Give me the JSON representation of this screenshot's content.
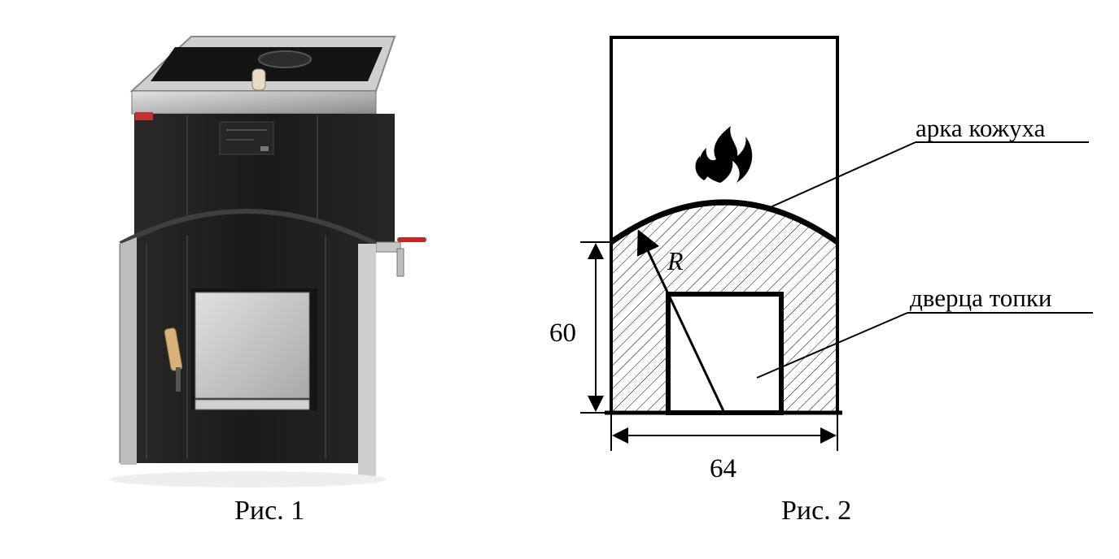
{
  "figure1": {
    "caption": "Рис. 1"
  },
  "figure2": {
    "caption": "Рис. 2",
    "label_arch": "арка кожуха",
    "label_door": "дверца топки",
    "radius_label": "R",
    "dim_height": "60",
    "dim_width": "64"
  },
  "colors": {
    "stove_body": "#1f1f1f",
    "steel": "#b8b8b8",
    "outline": "#000000"
  }
}
